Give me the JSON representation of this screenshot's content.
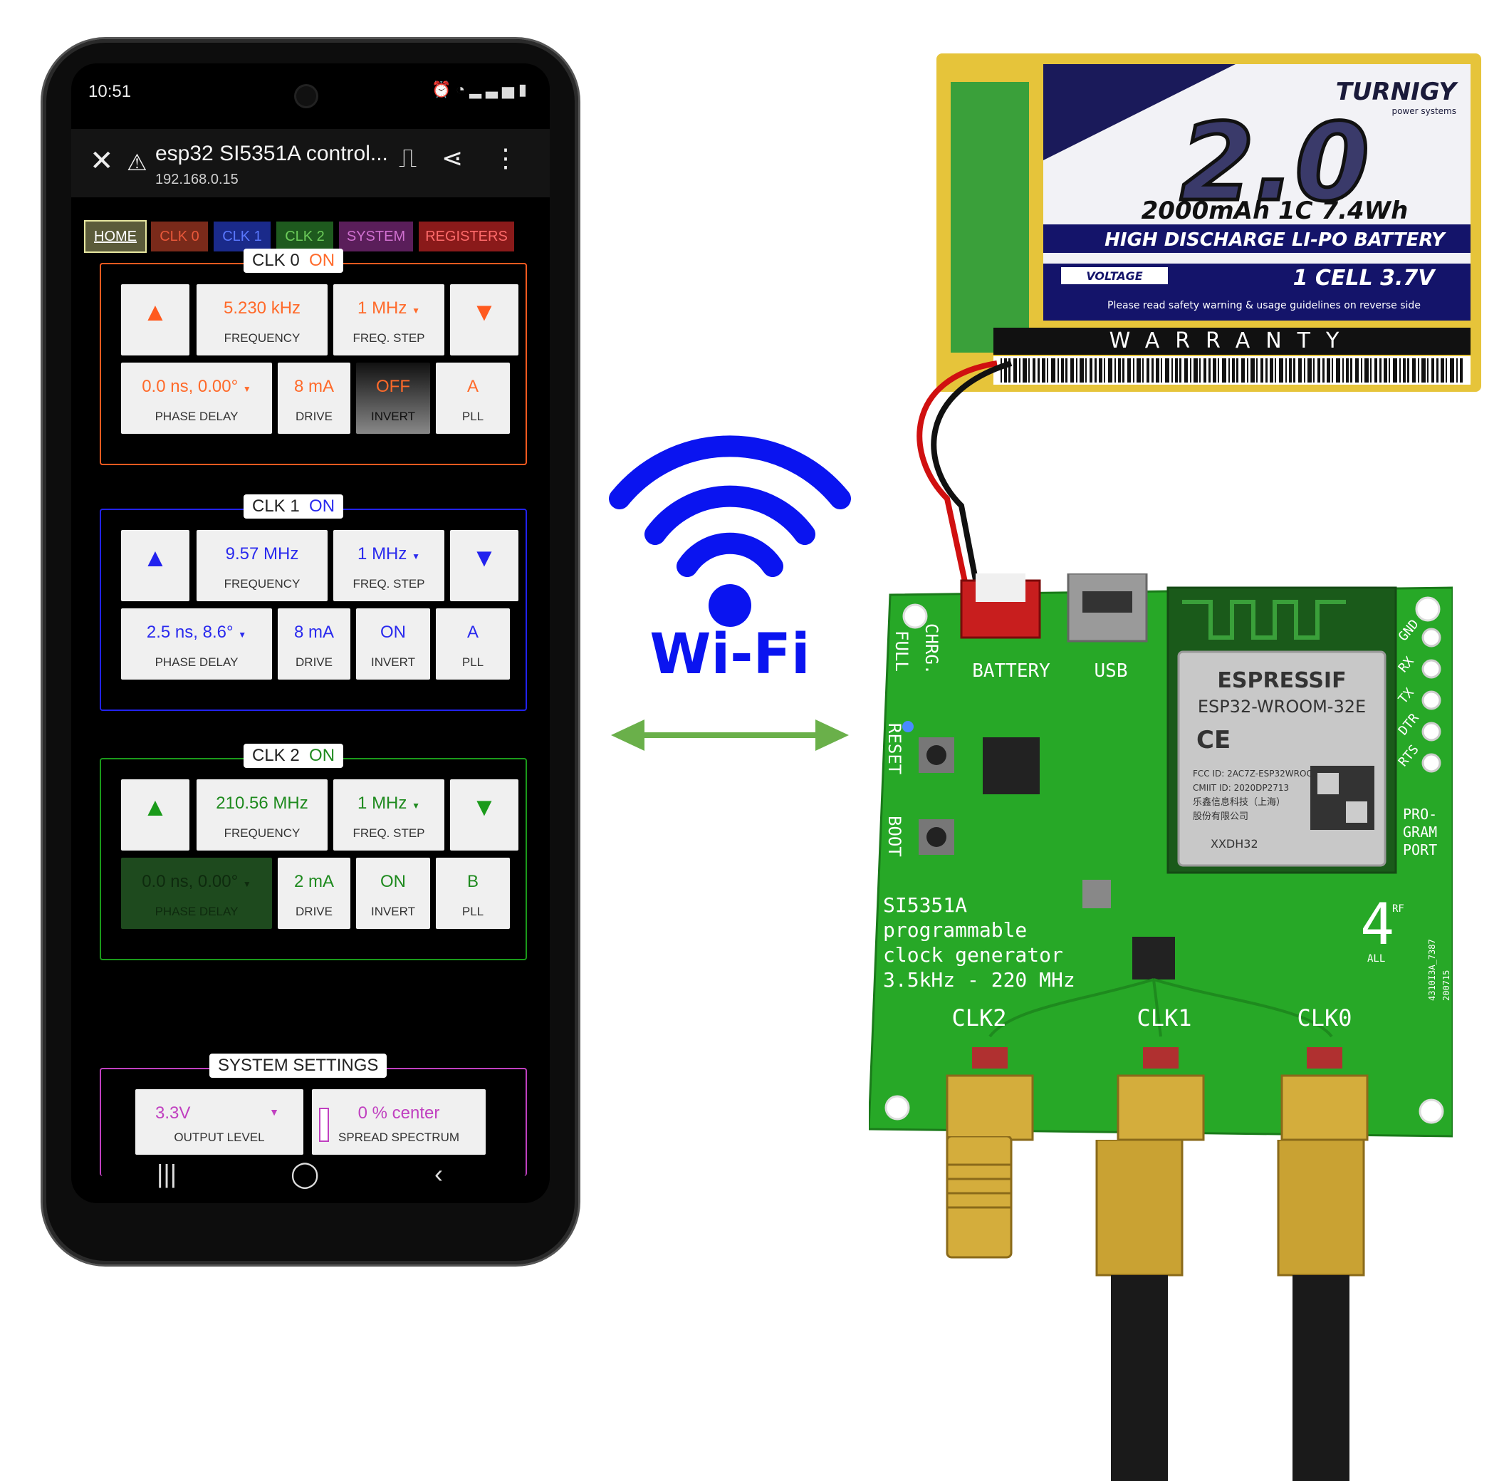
{
  "status_bar": {
    "time": "10:51"
  },
  "browser": {
    "title": "esp32 SI5351A control...",
    "url": "192.168.0.15"
  },
  "tabs": [
    {
      "label": "HOME",
      "color": "#5b5b3a",
      "text_color": "#ffffff"
    },
    {
      "label": "CLK 0",
      "color": "#7a2a1a",
      "text_color": "#e8583a"
    },
    {
      "label": "CLK 1",
      "color": "#1a2a8a",
      "text_color": "#5a78ff"
    },
    {
      "label": "CLK 2",
      "color": "#1e5a1e",
      "text_color": "#6ccc5a"
    },
    {
      "label": "SYSTEM",
      "color": "#5a1e5a",
      "text_color": "#d070d0"
    },
    {
      "label": "REGISTERS",
      "color": "#8a1a1a",
      "text_color": "#ff6a6a"
    }
  ],
  "clocks": [
    {
      "name": "CLK 0",
      "state": "ON",
      "color": "#ff5a1f",
      "value_color": "#ff6a2a",
      "frequency": "5.230 kHz",
      "frequency_label": "FREQUENCY",
      "step": "1 MHz",
      "step_label": "FREQ. STEP",
      "phase": "0.0 ns, 0.00°",
      "phase_label": "PHASE DELAY",
      "drive": "8 mA",
      "drive_label": "DRIVE",
      "invert": "OFF",
      "invert_label": "INVERT",
      "pll": "A",
      "pll_label": "PLL"
    },
    {
      "name": "CLK 1",
      "state": "ON",
      "color": "#2222ee",
      "value_color": "#2a2aee",
      "frequency": "9.57 MHz",
      "frequency_label": "FREQUENCY",
      "step": "1 MHz",
      "step_label": "FREQ. STEP",
      "phase": "2.5 ns, 8.6°",
      "phase_label": "PHASE DELAY",
      "drive": "8 mA",
      "drive_label": "DRIVE",
      "invert": "ON",
      "invert_label": "INVERT",
      "pll": "A",
      "pll_label": "PLL"
    },
    {
      "name": "CLK 2",
      "state": "ON",
      "color": "#1a9a1a",
      "value_color": "#1e8a1e",
      "frequency": "210.56 MHz",
      "frequency_label": "FREQUENCY",
      "step": "1 MHz",
      "step_label": "FREQ. STEP",
      "phase": "0.0 ns, 0.00°",
      "phase_label": "PHASE DELAY",
      "drive": "2 mA",
      "drive_label": "DRIVE",
      "invert": "ON",
      "invert_label": "INVERT",
      "pll": "B",
      "pll_label": "PLL"
    }
  ],
  "system": {
    "title": "SYSTEM SETTINGS",
    "color": "#c040c0",
    "output_level": "3.3V",
    "output_level_label": "OUTPUT LEVEL",
    "spread": "0 % center",
    "spread_label": "SPREAD SPECTRUM"
  },
  "wifi": {
    "label": "Wi-Fi",
    "color": "#0a14f0",
    "arrow_color": "#6ab04a"
  },
  "battery": {
    "brand": "TURNIGY",
    "brand_sub": "power systems",
    "big": "2.0",
    "spec": "2000mAh 1C 7.4Wh",
    "type": "HIGH DISCHARGE LI-PO BATTERY",
    "voltage_label": "VOLTAGE",
    "voltage": "1 CELL 3.7V",
    "note": "Please read safety warning & usage guidelines on reverse side",
    "warranty": "WARRANTY"
  },
  "board": {
    "battery_label": "BATTERY",
    "usb_label": "USB",
    "chrg": "CHRG.",
    "full": "FULL",
    "reset": "RESET",
    "boot": "BOOT",
    "module_brand": "ESPRESSIF",
    "module_name": "ESP32-WROOM-32E",
    "ce": "CE",
    "fcc": "FCC ID: 2AC7Z-ESP32WROOM32E",
    "cmiit": "CMIIT ID: 2020DP2713",
    "maker1": "乐鑫信息科技（上海）",
    "maker2": "股份有限公司",
    "code": "XXDH32",
    "pins": [
      "GND",
      "RX",
      "TX",
      "DTR",
      "RTS"
    ],
    "program": [
      "PRO-",
      "GRAM",
      "PORT"
    ],
    "desc": [
      "SI5351A",
      "programmable",
      "clock generator",
      "3.5kHz - 220 MHz"
    ],
    "outputs": [
      "CLK2",
      "CLK1",
      "CLK0"
    ],
    "logo_num": "4",
    "logo_sup": "RF",
    "logo_sub": "ALL",
    "rev1": "4310I3A_7387",
    "rev2": "200715"
  }
}
